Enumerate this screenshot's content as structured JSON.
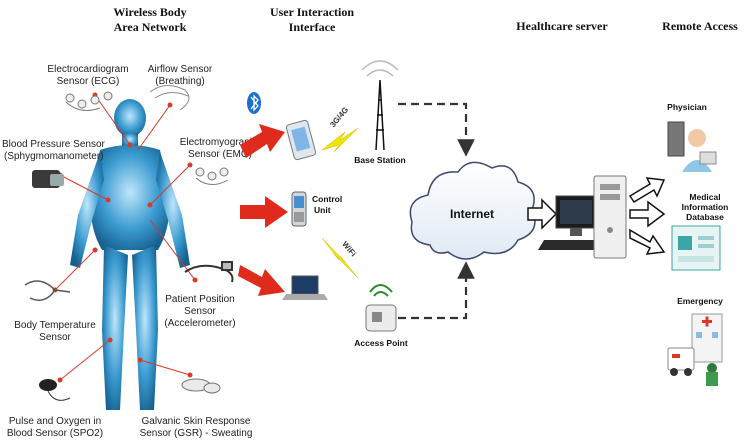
{
  "sections": {
    "wban_line1": "Wireless Body",
    "wban_line2": "Area Network",
    "uii_line1": "User Interaction",
    "uii_line2": "Interface",
    "server": "Healthcare server",
    "remote": "Remote Access"
  },
  "sensors": {
    "ecg_line1": "Electrocardiogram",
    "ecg_line2": "Sensor (ECG)",
    "airflow_line1": "Airflow Sensor",
    "airflow_line2": "(Breathing)",
    "bp_line1": "Blood Pressure Sensor",
    "bp_line2": "(Sphygmomanometer)",
    "emg_line1": "Electromyography",
    "emg_line2": "Sensor (EMG)",
    "position_line1": "Patient Position",
    "position_line2": "Sensor",
    "position_line3": "(Accelerometer)",
    "temp_line1": "Body Temperature",
    "temp_line2": "Sensor",
    "spo2_line1": "Pulse and Oxygen in",
    "spo2_line2": "Blood Sensor (SPO2)",
    "gsr_line1": "Galvanic Skin Response",
    "gsr_line2": "Sensor (GSR) - Sweating"
  },
  "devices": {
    "control_line1": "Control",
    "control_line2": "Unit",
    "link_3g4g": "3G/4G",
    "link_wifi": "WiFi",
    "base_station": "Base Station",
    "access_point": "Access Point",
    "internet": "Internet"
  },
  "remote": {
    "physician": "Physician",
    "medical_line1": "Medical",
    "medical_line2": "Information",
    "medical_line3": "Database",
    "emergency": "Emergency"
  },
  "colors": {
    "body": "#2f8fc4",
    "sensor_dot": "#d83a2a",
    "arrow_red": "#e02a1c",
    "lightning": "#f2e300",
    "dashed": "#333333"
  }
}
